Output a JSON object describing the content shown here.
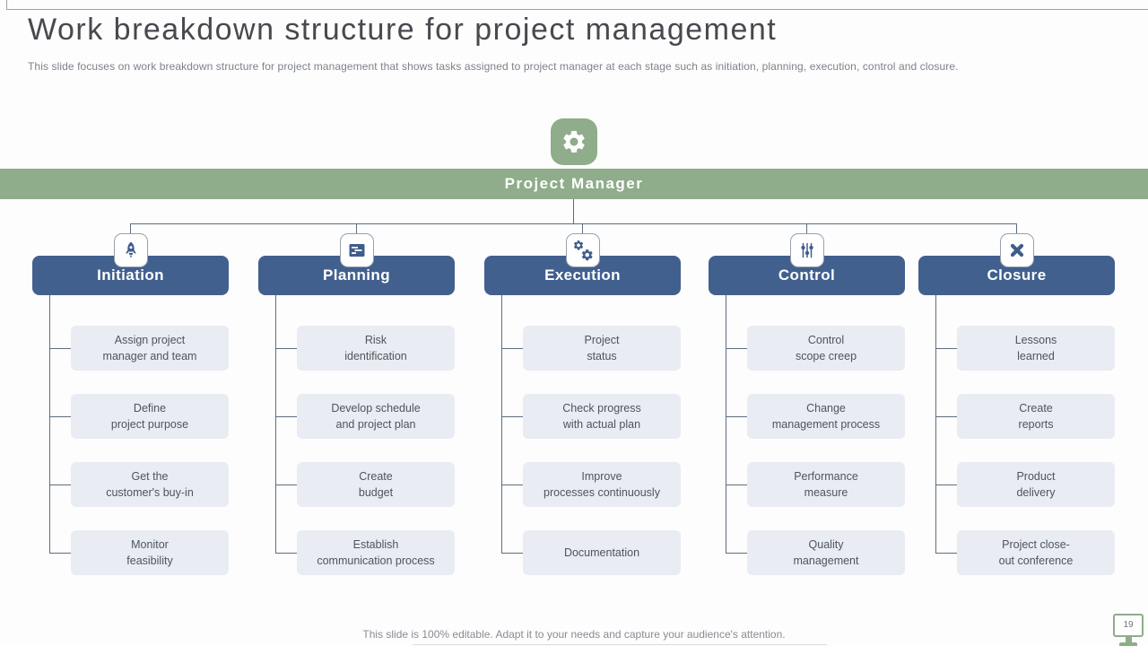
{
  "slide": {
    "title": "Work breakdown structure for project management",
    "subtitle": "This slide focuses on work breakdown structure for project management that shows tasks assigned to project manager at each stage such as initiation, planning, execution, control and closure.",
    "footer": "This slide is 100% editable. Adapt it to your needs and capture your audience's attention.",
    "page_number": "19"
  },
  "root": {
    "label": "Project Manager",
    "icon": "gear-icon"
  },
  "columns": [
    {
      "label": "Initiation",
      "icon": "rocket-icon",
      "tasks": [
        "Assign project\nmanager and team",
        "Define\nproject purpose",
        "Get the\ncustomer's buy-in",
        "Monitor\nfeasibility"
      ]
    },
    {
      "label": "Planning",
      "icon": "gantt-chart-icon",
      "tasks": [
        "Risk\nidentification",
        "Develop schedule\nand project plan",
        "Create\nbudget",
        "Establish\ncommunication process"
      ]
    },
    {
      "label": "Execution",
      "icon": "gears-process-icon",
      "tasks": [
        "Project\nstatus",
        "Check progress\nwith actual plan",
        "Improve\nprocesses continuously",
        "Documentation"
      ]
    },
    {
      "label": "Control",
      "icon": "sliders-icon",
      "tasks": [
        "Control\nscope creep",
        "Change\nmanagement process",
        "Performance\nmeasure",
        "Quality\nmanagement"
      ]
    },
    {
      "label": "Closure",
      "icon": "cross-icon",
      "tasks": [
        "Lessons\nlearned",
        "Create\nreports",
        "Product\ndelivery",
        "Project close-\nout conference"
      ]
    }
  ],
  "colors": {
    "green": "#8FAC8B",
    "header_blue": "#42608E",
    "task_bg": "#E9ECF2",
    "connector": "#5F6E7E",
    "icon_blue": "#3F5D8C"
  }
}
